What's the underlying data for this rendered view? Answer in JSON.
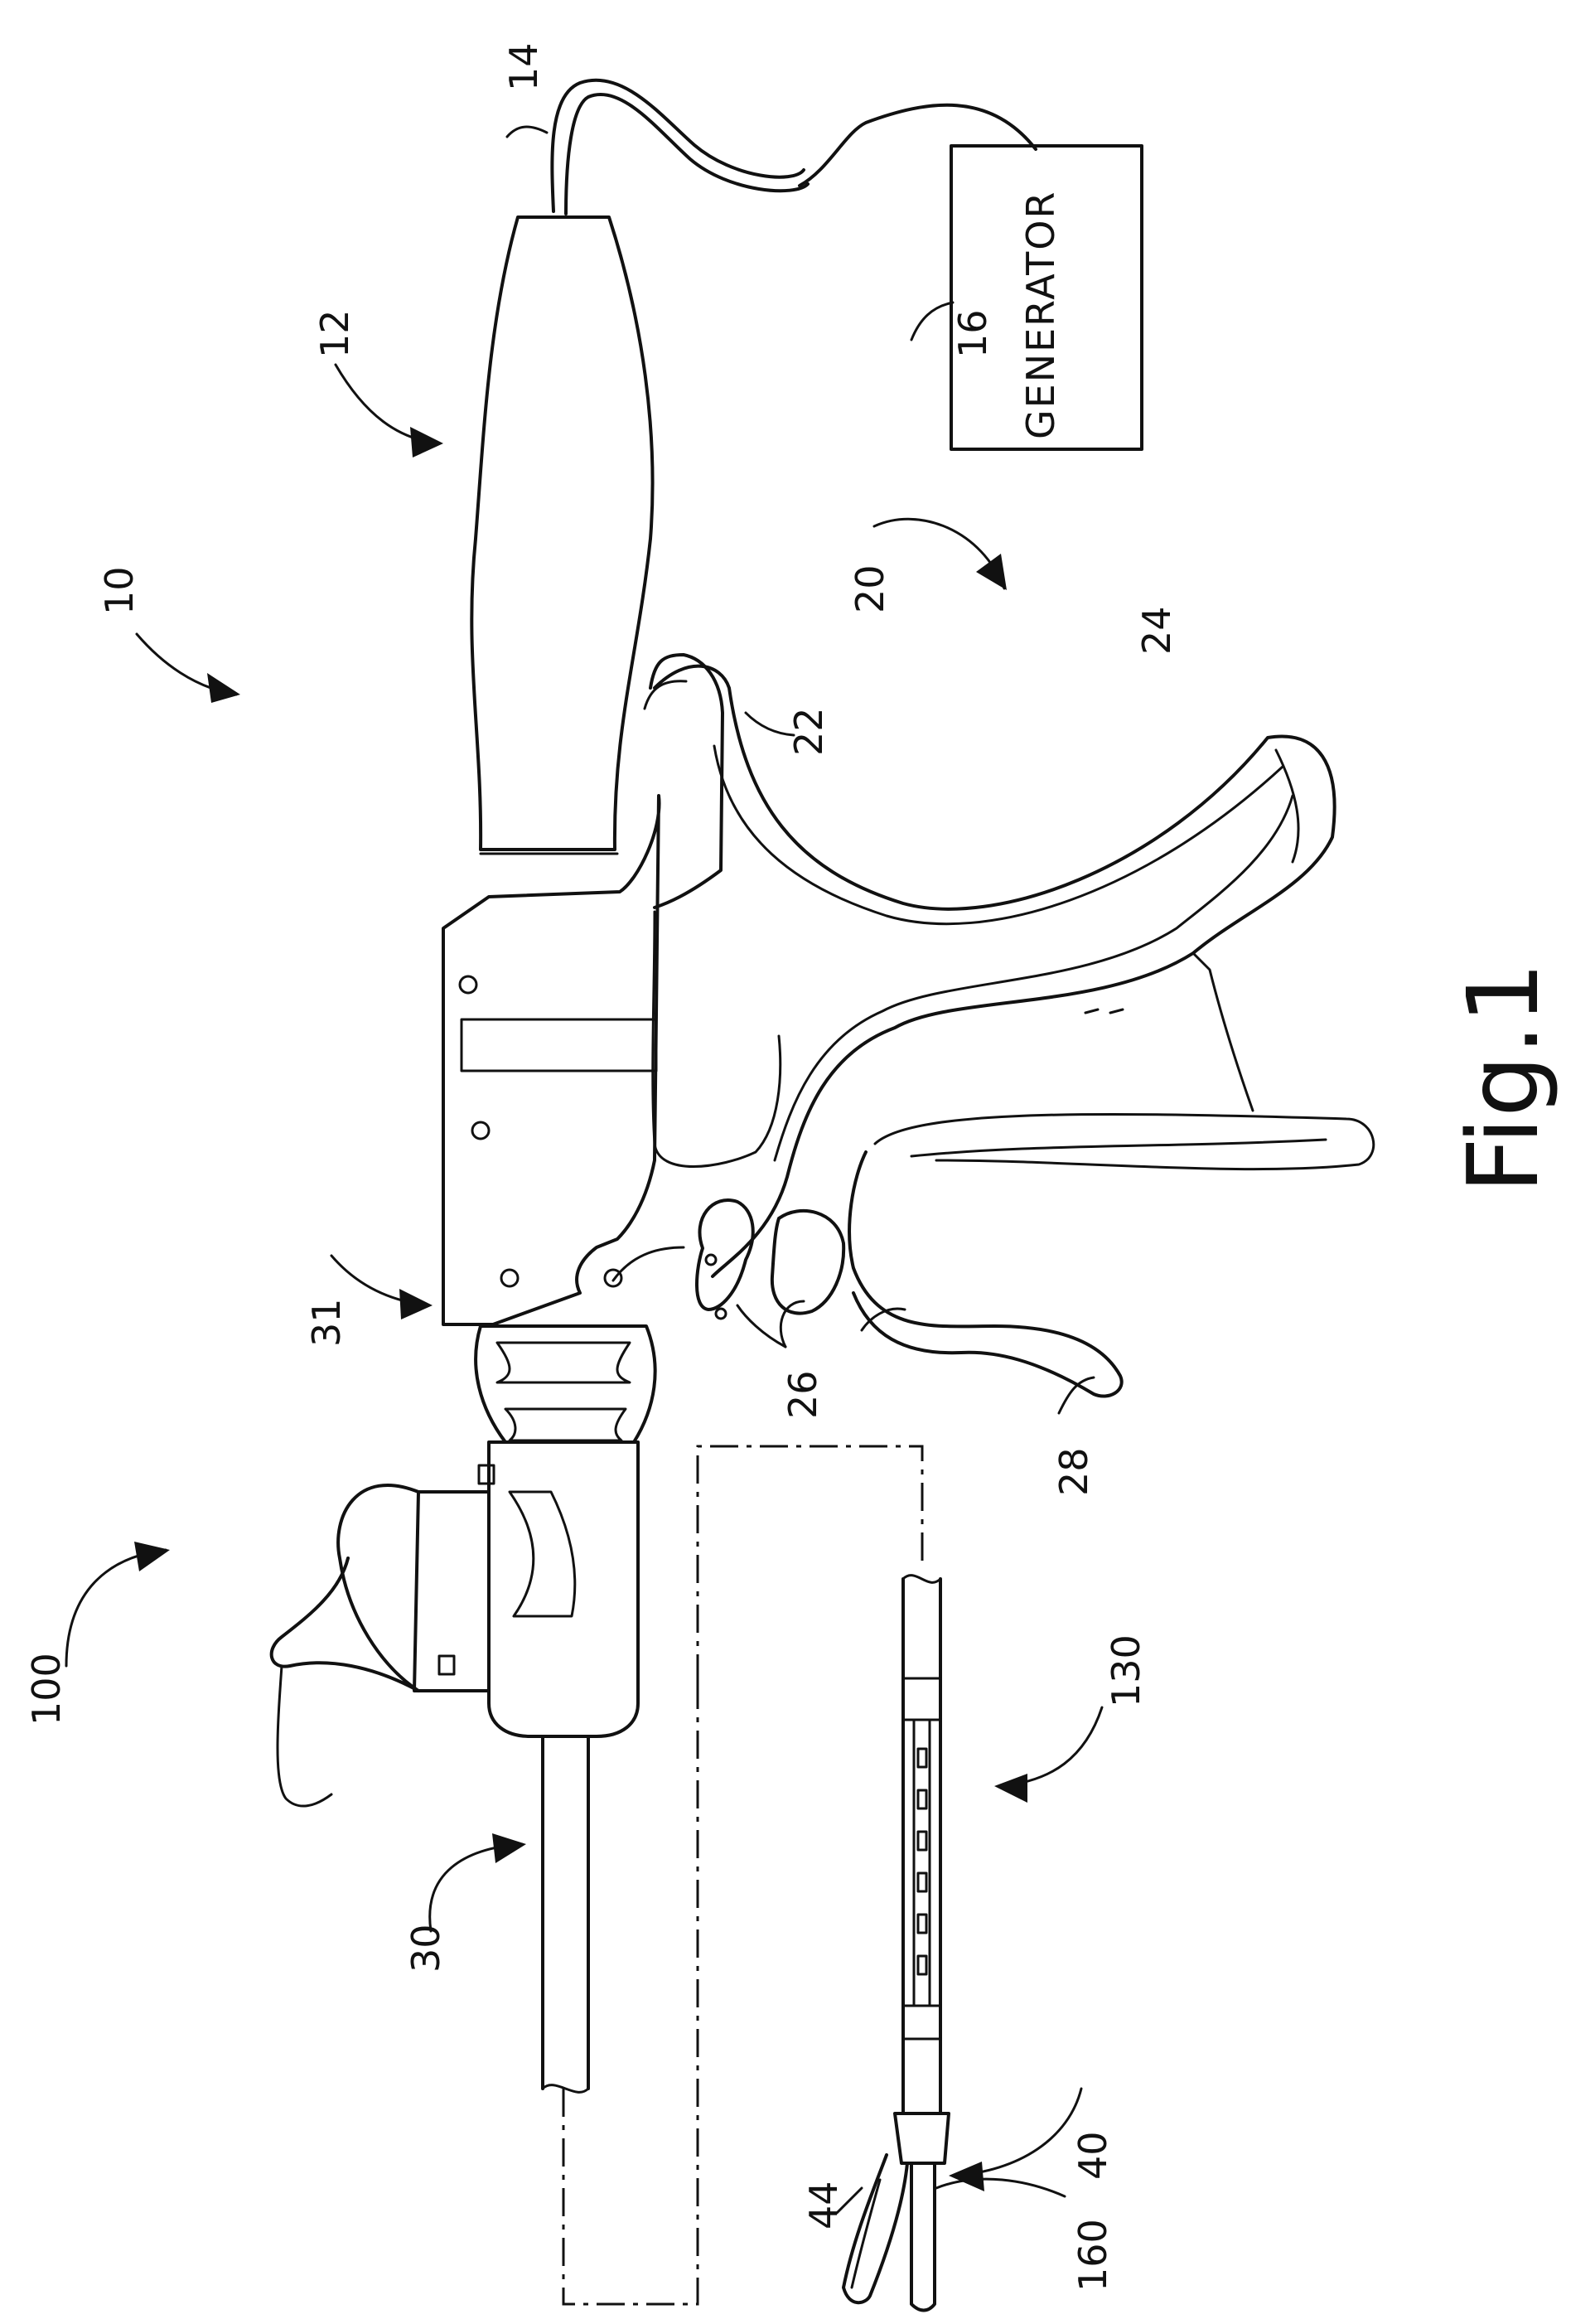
{
  "figure": {
    "title": "Fig.1",
    "orientation": "landscape drawing rotated 90 degrees counter-clockwise"
  },
  "generator": {
    "text": "GENERATOR"
  },
  "reference_numerals": {
    "system": "10",
    "transducer_assembly": "12",
    "cable": "14",
    "generator": "16",
    "handle_assembly": "20",
    "body": "22",
    "pistol_grip": "24",
    "buttons": "26",
    "trigger": "28",
    "instrument": "30",
    "knob": "31",
    "end_effector": "40",
    "clamp_arm": "44",
    "shaft_assembly": "100",
    "waveguide": "130",
    "blade": "160"
  }
}
